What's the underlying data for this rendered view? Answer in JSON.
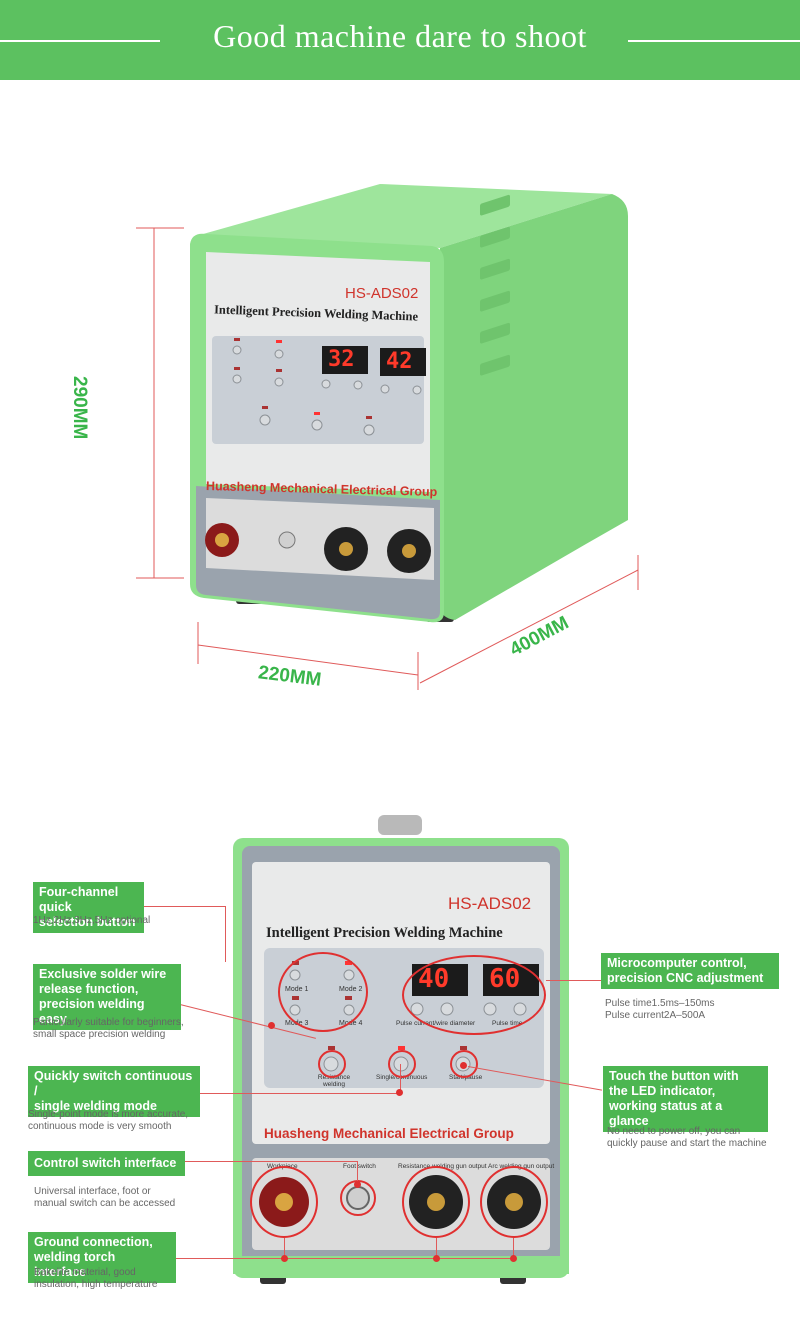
{
  "banner": {
    "title": "Good machine dare to shoot"
  },
  "machine": {
    "model": "HS-ADS02",
    "name": "Intelligent Precision Welding Machine",
    "brand": "Huasheng Mechanical Electrical Group",
    "modes": [
      "Mode 1",
      "Mode 2",
      "Mode 3",
      "Mode 4"
    ],
    "display_left": "32",
    "display_right": "42",
    "label_left": "Pulse current/wire diameter",
    "label_right": "Pulse time",
    "buttons": [
      "Resistance welding",
      "Single/continuous",
      "Start/pause"
    ],
    "ports": [
      "Workpiece",
      "Foot switch",
      "Resistance welding gun output",
      "Arc welding gun output"
    ]
  },
  "machine2": {
    "display_left": "40",
    "display_right": "60"
  },
  "dimensions": {
    "height": "290MM",
    "width": "220MM",
    "depth": "400MM"
  },
  "callouts": {
    "four_channel": {
      "title": [
        "Four-channel quick",
        "selection button"
      ],
      "note": [
        "1Hz,2Hz,3Hz,5Hz optional"
      ]
    },
    "solder": {
      "title": [
        "Exclusive solder wire",
        "release function,",
        "precision welding easy"
      ],
      "note": [
        "Particularly suitable for beginners,",
        "small space precision welding"
      ]
    },
    "switch": {
      "title": [
        "Quickly switch continuous /",
        "single welding mode"
      ],
      "note": [
        "Single-point mode is more accurate,",
        "continuous mode is very smooth"
      ]
    },
    "control": {
      "title": [
        "Control switch interface"
      ],
      "note": [
        "Universal interface, foot or",
        "manual switch can be accessed"
      ]
    },
    "ground": {
      "title": [
        "Ground connection,",
        "welding torch interface"
      ],
      "note": [
        "Bakelite material, good",
        "insulation, high temperature"
      ]
    },
    "micro": {
      "title": [
        "Microcomputer control,",
        "precision CNC adjustment"
      ],
      "note": [
        "Pulse time1.5ms–150ms",
        "Pulse current2A–500A"
      ]
    },
    "touch": {
      "title": [
        "Touch the button with",
        "the LED indicator,",
        "working status at a glance"
      ],
      "note": [
        "No need to power off, you can",
        "quickly pause and start the machine"
      ]
    }
  },
  "colors": {
    "green": "#5cc160",
    "body": "#8fe08f",
    "red_text": "#d0342c",
    "callout": "#4cb651",
    "line": "#e05a5a"
  }
}
